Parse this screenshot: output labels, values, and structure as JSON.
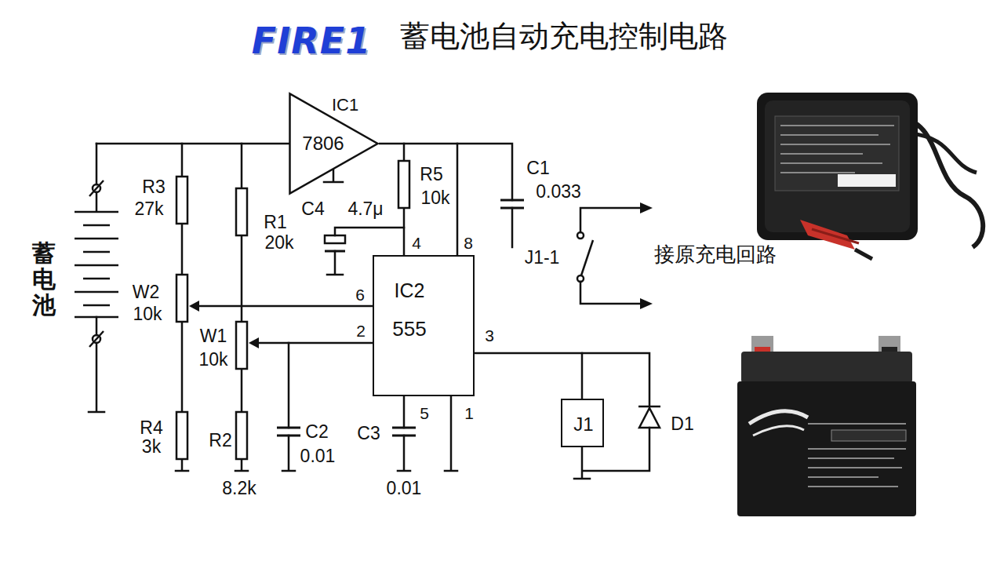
{
  "diagram": {
    "title": "蓄电池自动充电控制电路",
    "nodes": [
      {
        "text": [
          "IC1",
          "7806"
        ]
      },
      {
        "text": [
          "IC2",
          "555"
        ]
      },
      {
        "text": [
          "J1"
        ]
      }
    ],
    "edges": [
      {
        "from": 0,
        "to": 1,
        "arrow": "none"
      },
      {
        "from": 1,
        "to": 2,
        "arrow": "none"
      }
    ],
    "labels": [
      "FIRE1",
      "蓄电池",
      "R3",
      "27k",
      "W2",
      "10k",
      "R4",
      "3k",
      "R1",
      "20k",
      "W1",
      "10k",
      "R2",
      "8.2k",
      "C4",
      "4.7μ",
      "R5",
      "10k",
      "C1",
      "0.033",
      "J1-1",
      "接原充电回路",
      "6",
      "2",
      "4",
      "8",
      "3",
      "5",
      "1",
      "C2",
      "0.01",
      "C3",
      "0.01",
      "D1"
    ]
  }
}
